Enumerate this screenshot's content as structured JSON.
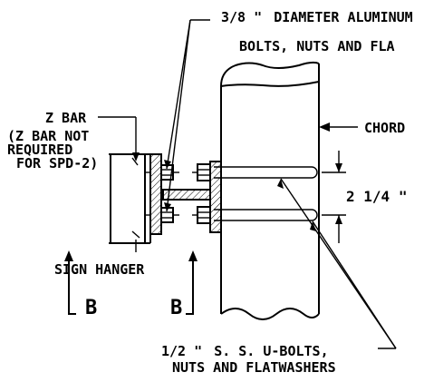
{
  "callouts": {
    "bolts_line1": "DIAMETER ALUMINUM",
    "bolts_fraction": "3/8",
    "bolts_line2": "BOLTS, NUTS AND FLA",
    "z_bar_title": "Z BAR",
    "z_bar_note1": "(Z BAR NOT",
    "z_bar_note2": "REQUIRED",
    "z_bar_note3": "FOR SPD-2)",
    "chord": "CHORD",
    "spacing_whole": "2",
    "spacing_fraction": "1/4",
    "sign_hanger": "SIGN HANGER",
    "u_bolts_fraction": "1/2",
    "u_bolts_line1": "S. S. U-BOLTS,",
    "u_bolts_line2": "NUTS AND FLATWASHERS",
    "section_left": "B",
    "section_right": "B"
  }
}
